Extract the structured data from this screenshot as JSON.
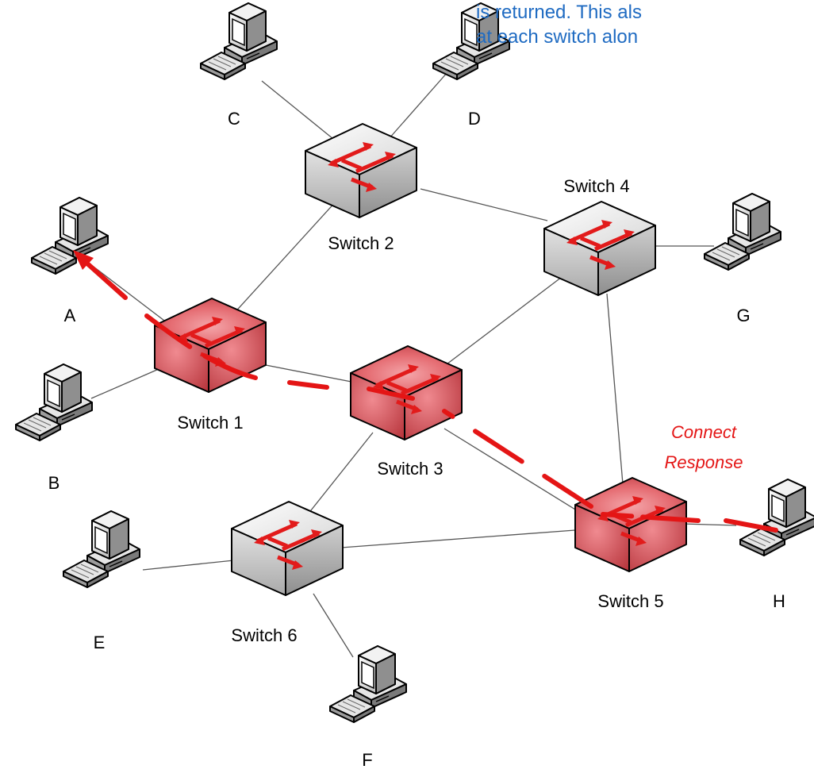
{
  "caption": {
    "line1": "is returned. This als",
    "line2": "at each switch alon"
  },
  "switches": {
    "s1": "Switch 1",
    "s2": "Switch 2",
    "s3": "Switch 3",
    "s4": "Switch 4",
    "s5": "Switch 5",
    "s6": "Switch 6"
  },
  "hosts": {
    "a": "A",
    "b": "B",
    "c": "C",
    "d": "D",
    "e": "E",
    "f": "F",
    "g": "G",
    "h": "H"
  },
  "annotation": {
    "line1": "Connect",
    "line2": "Response"
  },
  "colors": {
    "caption_text": "#1f6bc2",
    "path_red": "#e41515",
    "active_switch": "#e2585f",
    "idle_switch": "#d4d4d4"
  },
  "active_path": [
    "H",
    "Switch 5",
    "Switch 3",
    "Switch 1",
    "A"
  ]
}
